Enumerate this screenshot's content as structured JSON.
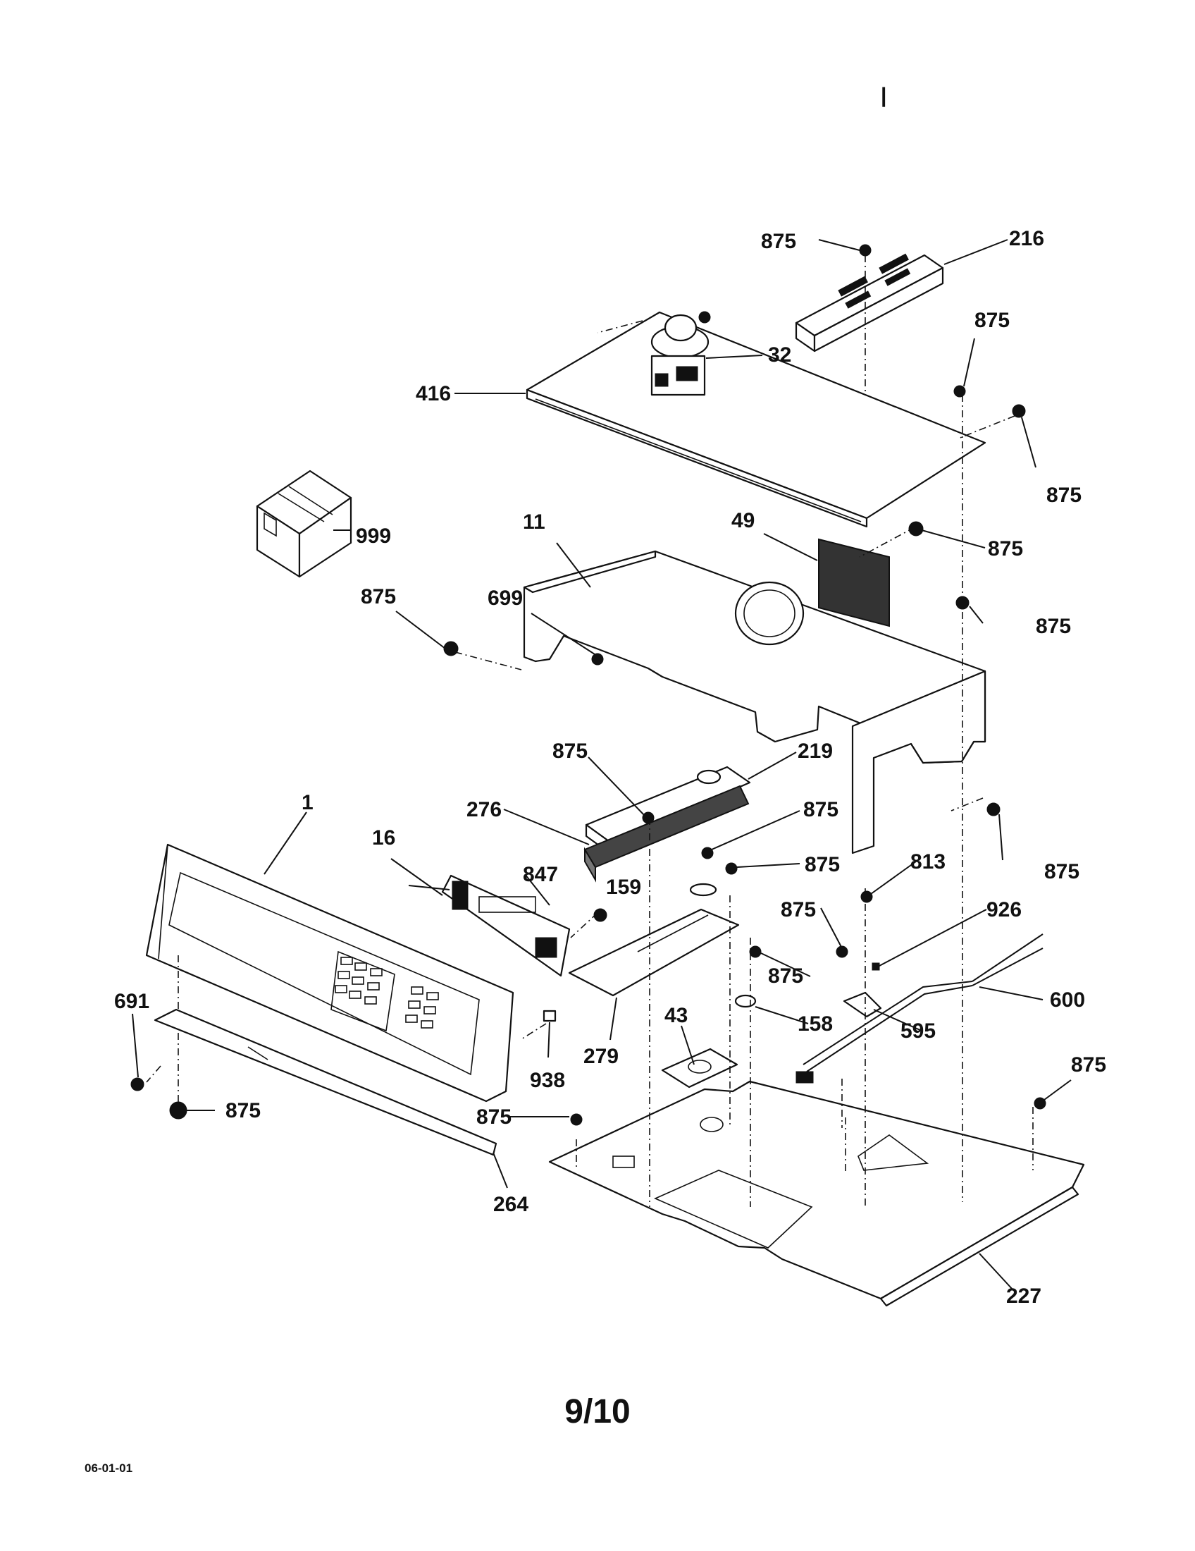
{
  "page": {
    "page_number": "9/10",
    "date_code": "06-01-01"
  },
  "callouts": {
    "c216": "216",
    "c416": "416",
    "c999": "999",
    "c11": "11",
    "c49": "49",
    "c699": "699",
    "c32": "32",
    "c219": "219",
    "c276": "276",
    "c1": "1",
    "c16": "16",
    "c847": "847",
    "c159": "159",
    "c813": "813",
    "c926": "926",
    "c600": "600",
    "c158": "158",
    "c595": "595",
    "c43": "43",
    "c279": "279",
    "c938": "938",
    "c691": "691",
    "c264": "264",
    "c227": "227",
    "c875": "875"
  }
}
